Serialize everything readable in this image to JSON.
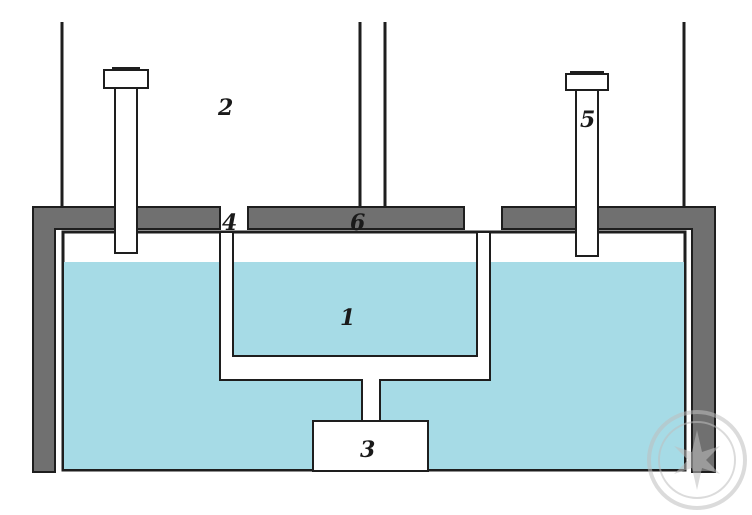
{
  "diagram": {
    "labels": {
      "reservoir": "1",
      "grow_area": "2",
      "pump": "3",
      "tube_gap": "4",
      "fill_tube": "5",
      "lid": "6"
    },
    "colors": {
      "water": "#a6dbe6",
      "wall": "#707070",
      "outline": "#1e1e1e",
      "background": "#ffffff",
      "watermark": "#bfbfbf"
    },
    "watermark": "cannabis seal"
  }
}
